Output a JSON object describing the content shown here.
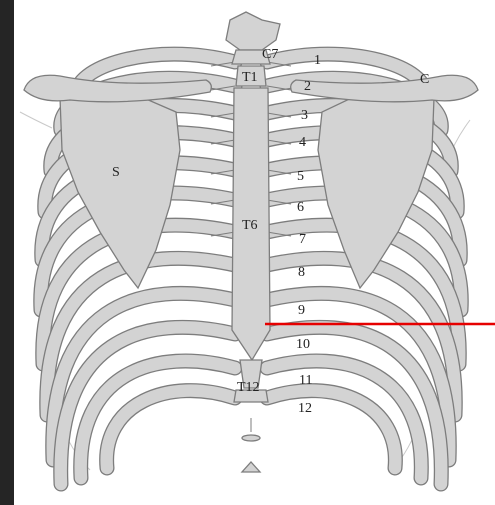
{
  "labels": {
    "c7": "C7",
    "t1": "T1",
    "t6": "T6",
    "t12": "T12",
    "scapula": "S",
    "clavicle": "C",
    "ribs": [
      "1",
      "2",
      "3",
      "4",
      "5",
      "6",
      "7",
      "8",
      "9",
      "10",
      "11",
      "12"
    ]
  },
  "colors": {
    "bone_fill": "#d3d3d3",
    "bone_outline": "#7d7d7d",
    "pointer": "#e60000",
    "sidebar": "#252525"
  },
  "icons": {
    "pointer": "red-pointer-line"
  }
}
